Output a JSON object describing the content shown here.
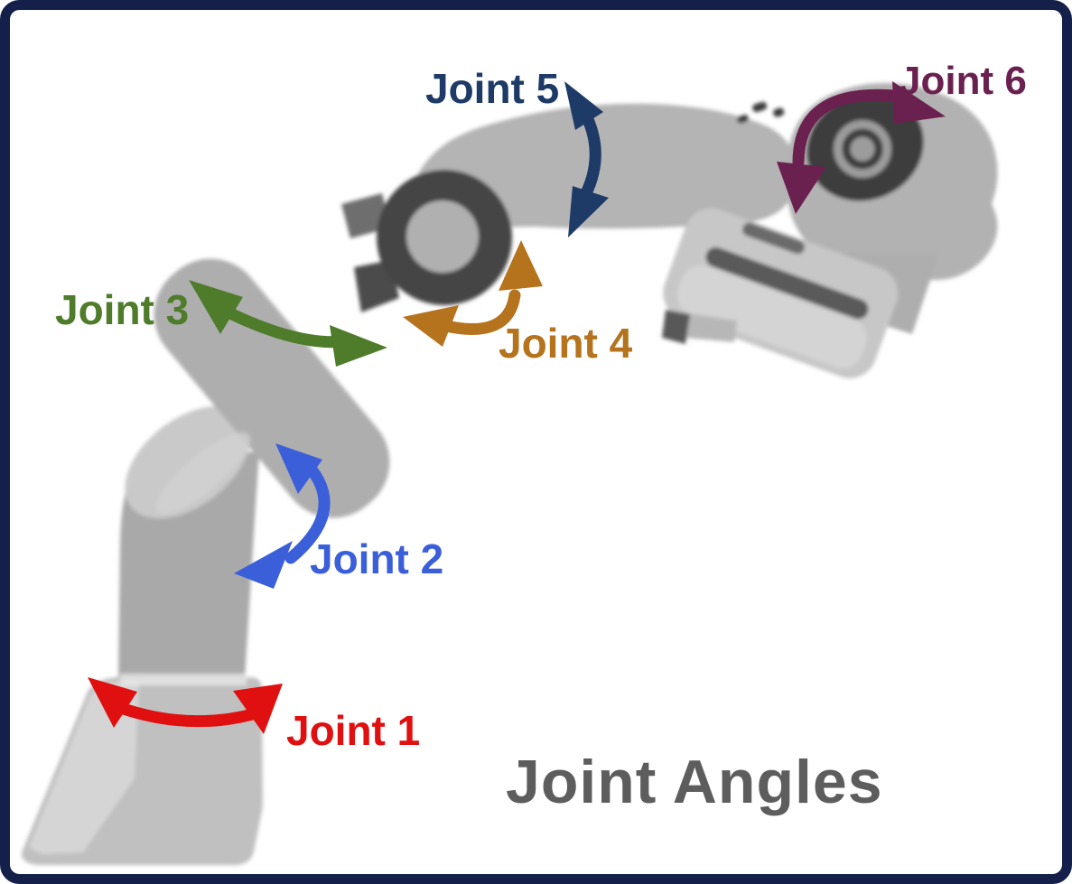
{
  "scene": {
    "title": "Joint Angles",
    "title_color": "#5d5d5d",
    "border_color": "#14204a",
    "background_color": "#ffffff"
  },
  "joints": [
    {
      "label": "Joint 1",
      "color": "#e01010"
    },
    {
      "label": "Joint 2",
      "color": "#3b5fd9"
    },
    {
      "label": "Joint 3",
      "color": "#4e7c2b"
    },
    {
      "label": "Joint 4",
      "color": "#b5731e"
    },
    {
      "label": "Joint 5",
      "color": "#1e3a66"
    },
    {
      "label": "Joint 6",
      "color": "#6b2150"
    }
  ],
  "robot": {
    "body_color": "#b3b3b3",
    "joint_ring_color": "#454545",
    "end_effector_slot_color": "#5a5a5a"
  }
}
